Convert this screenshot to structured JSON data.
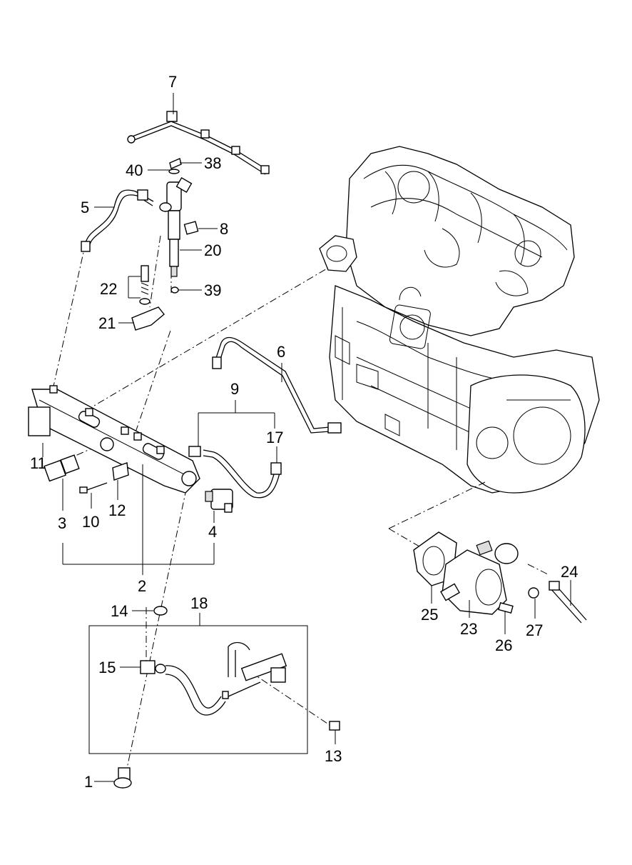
{
  "diagram": {
    "labels": {
      "p1": "1",
      "p2": "2",
      "p3": "3",
      "p4": "4",
      "p5": "5",
      "p6": "6",
      "p7": "7",
      "p8": "8",
      "p9": "9",
      "p10": "10",
      "p11": "11",
      "p12": "12",
      "p13": "13",
      "p14": "14",
      "p15": "15",
      "p17": "17",
      "p18": "18",
      "p20": "20",
      "p21": "21",
      "p22": "22",
      "p23": "23",
      "p24": "24",
      "p25": "25",
      "p26": "26",
      "p27": "27",
      "p38": "38",
      "p39": "39",
      "p40": "40"
    }
  }
}
